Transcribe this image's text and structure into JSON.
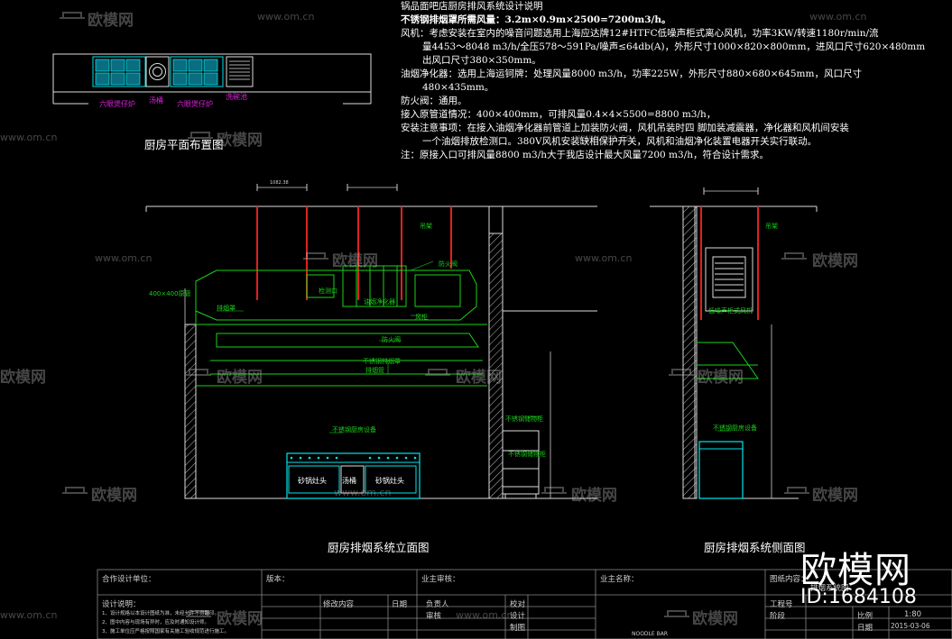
{
  "notes": {
    "heading": "锅品面吧店厨房排风系统设计说明",
    "line1": "不锈钢排烟罩所需风量：3.2m×0.9m×2500=7200m3/h。",
    "line2": "风机：考虑安装在室内的噪音问题选用上海应达牌12#HTFC低噪声柜式离心风机，功率3KW/转速1180r/min/流",
    "line3": "量4453～8048 m3/h/全压578～591Pa/噪声≤64db(A)，外形尺寸1000×820×800mm，进风口尺寸620×480mm",
    "line4": "出风口尺寸380×350mm。",
    "line5": "油烟净化器：选用上海运钶牌：处理风量8000 m3/h，功率225W，外形尺寸880×680×645mm，风口尺寸",
    "line6": "480×435mm。",
    "line7": "防火阀：通用。",
    "line8": "接入原管道情况：400×400mm，可排风量0.4×4×5500=8800 m3/h，",
    "line9": "安装注意事项：在接入油烟净化器前管道上加装防火阀，风机吊装时四    脚加装减震器，净化器和风机间安装",
    "line10": "一个油烟排放检测口。380V风机安装缺相保护开关，风机和油烟净化装置电器开关实行联动。",
    "line11": "注：原接入口可排风量8800 m3/h大于我店设计最大风量7200 m3/h，符合设计需求。"
  },
  "drawings": {
    "plan_title": "厨房平面布置图",
    "elevation_title": "厨房排烟系统立面图",
    "side_title": "厨房排烟系统侧面图"
  },
  "plan_labels": {
    "left_burners": "六眼煲仔炉",
    "soup": "汤桶",
    "right_burners": "六眼煲仔炉",
    "sink": "洗碗池"
  },
  "elevation_labels": {
    "duct_size": "400×400原管",
    "sand_pot_left": "砂锅灶头",
    "soup_bucket": "汤桶",
    "sand_pot_right": "砂锅灶头",
    "hanger": "吊架",
    "fire_damper": "防火阀",
    "fire_damper_2": "防火阀",
    "detect_port": "检测口",
    "purifier": "油烟净化器",
    "hood": "排烟罩",
    "fan": "风柜",
    "exhaust": "排烟管",
    "hood_note": "不锈钢排烟罩",
    "cabinet_note": "不锈钢储物柜",
    "equip_note": "不锈钢厨房设备",
    "dim_left": "1082.38"
  },
  "side_labels": {
    "hanger": "吊架",
    "fan": "低噪声柜式风机",
    "equip_note": "不锈钢厨房设备"
  },
  "title_block": {
    "cooperation": "合作设计单位：",
    "version": "版本：",
    "owner_review": "业主审核：",
    "owner_name": "业主名称：",
    "drawing_content": "图纸内容：",
    "design_notes_head": "设计说明：",
    "design_note_1": "1、设计规格以本设计图纸为准，未经允许不得翻印。",
    "design_note_2": "2、图中内容与现场有异时，应及时通知设计师。",
    "design_note_3": "3、施工单位应严格按照国家有关施工验收规范进行施工。",
    "change": "修改内容",
    "date": "日期",
    "responsible": "负责人",
    "check": "审核",
    "proofread": "校对",
    "design": "设计",
    "draw": "制图",
    "project_no_label": "工程号",
    "stage_label": "阶段",
    "scale_label": "比例",
    "scale_value": "1:80",
    "date_label": "日期",
    "date_value": "2015-03-06",
    "drawing_name": "排烟系统图",
    "brand": "NOODLE BAR"
  },
  "watermark": {
    "brand": "欧模网",
    "url": "www.om.cn",
    "id": "ID:1684108"
  },
  "colors": {
    "duct": "#19d219",
    "hanger": "#e02020",
    "wall": "#ffffff",
    "equipment": "#00e5ee",
    "plan_label": "#e020e0",
    "annotation": "#19d219"
  }
}
